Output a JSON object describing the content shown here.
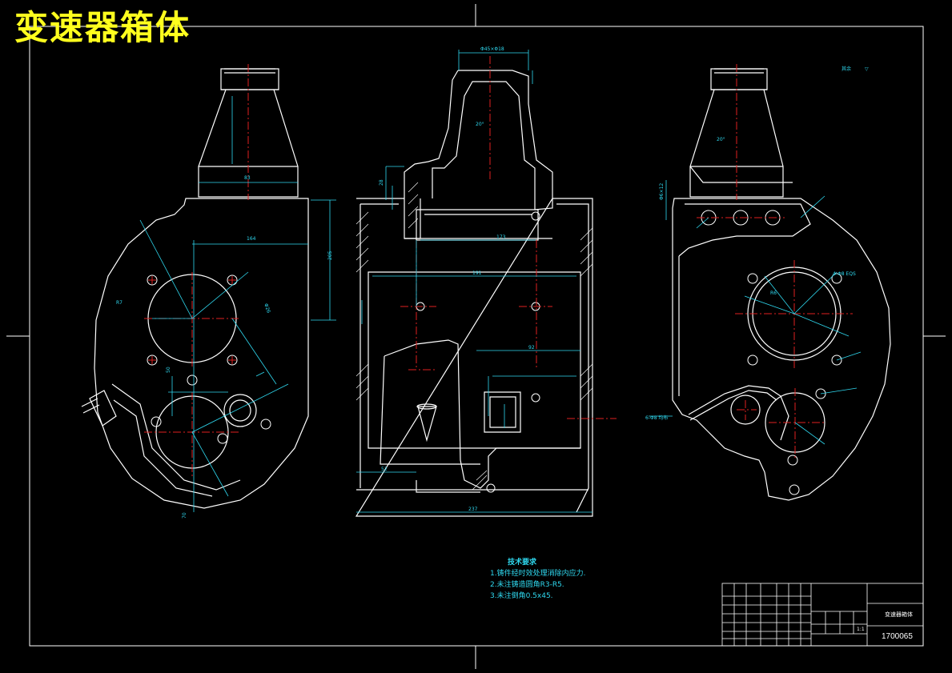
{
  "title": "变速器箱体",
  "technical_requirements": {
    "heading": "技术要求",
    "items": [
      "1.铸件经时效处理消除内应力.",
      "2.未注铸造圆角R3-R5.",
      "3.未注倒角0.5x45."
    ]
  },
  "title_block": {
    "part_name": "变速器箱体",
    "scale": "1:1",
    "drawing_number": "1700065"
  },
  "colors": {
    "background": "#000000",
    "outline": "#ffffff",
    "dimension": "#2fd9f0",
    "centerline": "#e02020",
    "title": "#ffff1e"
  }
}
